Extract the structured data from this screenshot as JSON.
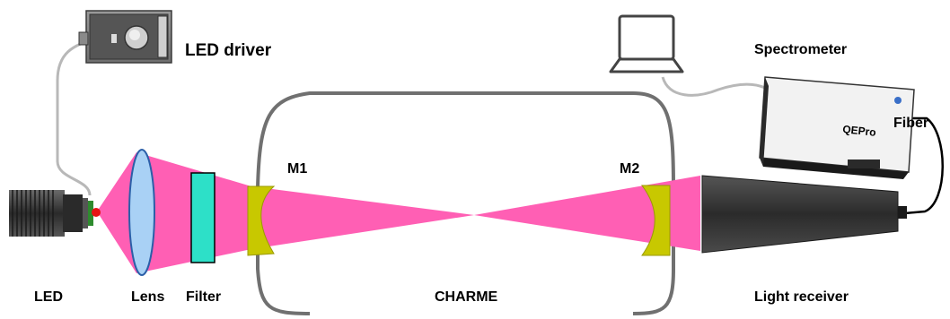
{
  "labels": {
    "led_driver": "LED driver",
    "led": "LED",
    "lens": "Lens",
    "filter": "Filter",
    "charme": "CHARME",
    "m1": "M1",
    "m2": "M2",
    "spectrometer": "Spectrometer",
    "fiber": "Fiber",
    "light_receiver": "Light receiver",
    "spectrometer_brand": "QEPro"
  },
  "colors": {
    "beam": "#ff5fb4",
    "mirror": "#c8c800",
    "lens": "#a9d1f5",
    "filter": "#2de0c8",
    "chamber_outline": "#707070",
    "cable": "#b8b8b8",
    "receiver": "#3a3a3a"
  },
  "icons": {
    "led_driver": "led-driver-box-icon",
    "led": "led-heatsink-icon",
    "laptop": "laptop-icon",
    "spectrometer": "spectrometer-box-icon",
    "receiver": "light-receiver-cone-icon"
  }
}
